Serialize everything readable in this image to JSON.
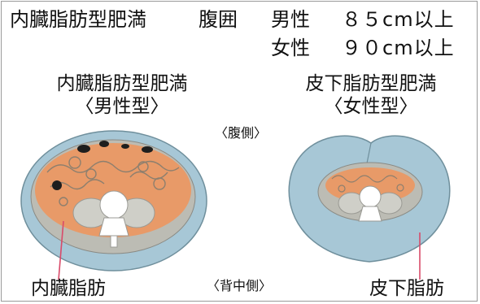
{
  "header": {
    "title": "内臓脂肪型肥満",
    "waist_label": "腹囲",
    "male_label": "男性",
    "male_value": "８５cm以上",
    "female_label": "女性",
    "female_value": "９０cm以上"
  },
  "left_panel": {
    "title": "内臓脂肪型肥満",
    "subtitle": "〈男性型〉",
    "callout": "内臓脂肪"
  },
  "right_panel": {
    "title": "皮下脂肪型肥満",
    "subtitle": "〈女性型〉",
    "callout": "皮下脂肪"
  },
  "orientation": {
    "top": "〈腹側〉",
    "bottom": "〈背中側〉"
  },
  "colors": {
    "subcutaneous_fat": "#a7c7d6",
    "visceral_fat": "#e89a68",
    "muscle_gray": "#bcbcb4",
    "bone": "#ffffff",
    "callout_line": "#d94b6a"
  }
}
